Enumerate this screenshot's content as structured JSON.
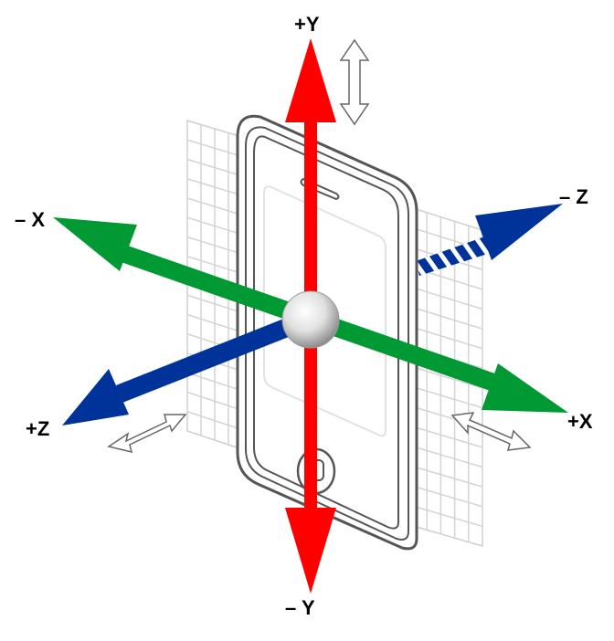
{
  "axes": {
    "y_positive": {
      "label": "+Y",
      "color": "#ff0000"
    },
    "y_negative": {
      "label": "– Y",
      "color": "#ff0000"
    },
    "x_positive": {
      "label": "+X",
      "color": "#009933"
    },
    "x_negative": {
      "label": "– X",
      "color": "#009933"
    },
    "z_positive": {
      "label": "+Z",
      "color": "#003399"
    },
    "z_negative": {
      "label": "– Z",
      "color": "#003399"
    }
  },
  "device": {
    "icon": "smartphone-outline-icon",
    "outline_color": "#555555"
  },
  "grid_plane": {
    "color": "#d4d4d4"
  },
  "origin": {
    "icon": "origin-sphere-icon",
    "color": "#bdbdbd"
  },
  "motion_indicators": [
    "vertical-double-arrow-icon",
    "left-diagonal-double-arrow-icon",
    "right-diagonal-double-arrow-icon"
  ]
}
